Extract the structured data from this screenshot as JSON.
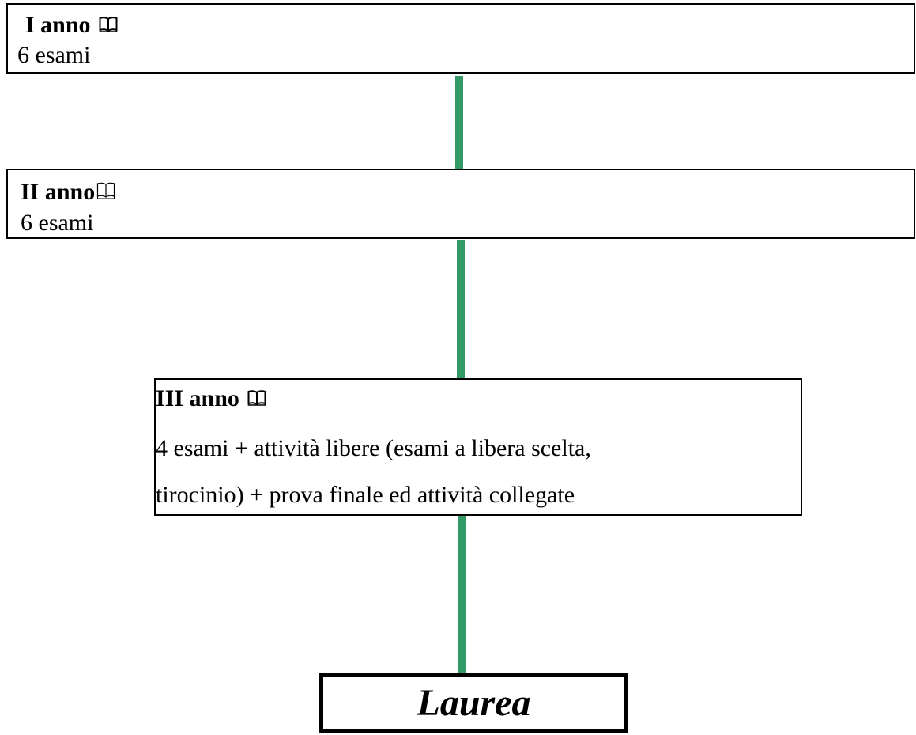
{
  "diagram": {
    "connector_color": "#339966",
    "years": [
      {
        "title": "I anno",
        "icon": "open-book-icon",
        "lines": [
          "6 esami"
        ]
      },
      {
        "title": "II anno",
        "icon": "open-book-icon",
        "lines": [
          "6 esami"
        ]
      },
      {
        "title": "III anno",
        "icon": "open-book-icon",
        "lines": [
          "4 esami + attività libere (esami a libera scelta,",
          "tirocinio) + prova finale ed attività collegate"
        ]
      }
    ],
    "final": {
      "label": "Laurea"
    }
  }
}
